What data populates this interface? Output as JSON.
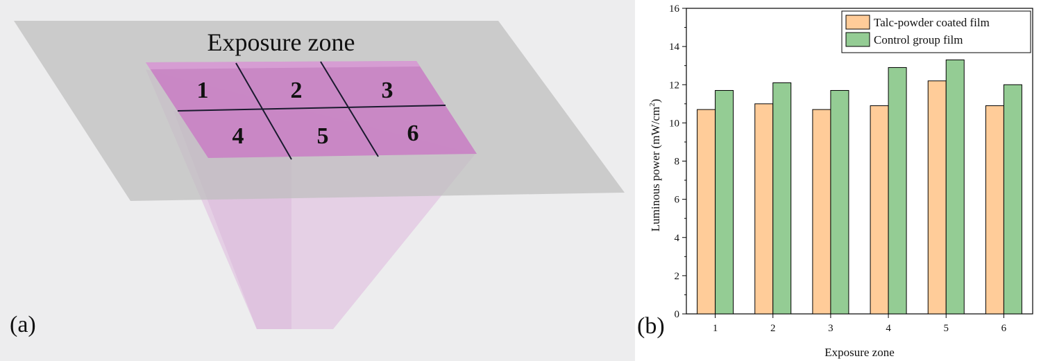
{
  "panel_a": {
    "label": "(a)",
    "title": "Exposure zone",
    "zone_labels": [
      "1",
      "2",
      "3",
      "4",
      "5",
      "6"
    ],
    "colors": {
      "background": "#ededee",
      "sheet": "#c8c8c8",
      "zone_fill": "#c97cc4",
      "beam": "#e0c4e0",
      "grid_line": "#1a1a2e"
    }
  },
  "panel_b": {
    "label": "(b)"
  },
  "chart_data": {
    "type": "bar",
    "categories": [
      "1",
      "2",
      "3",
      "4",
      "5",
      "6"
    ],
    "series": [
      {
        "name": "Talc-powder coated film",
        "values": [
          10.7,
          11.0,
          10.7,
          10.9,
          12.2,
          10.9
        ],
        "color": "#ffcc99"
      },
      {
        "name": "Control group film",
        "values": [
          11.7,
          12.1,
          11.7,
          12.9,
          13.3,
          12.0
        ],
        "color": "#94cc94"
      }
    ],
    "xlabel": "Exposure zone",
    "ylabel_main": "Luminous power (mW/cm",
    "ylabel_sup": "2",
    "ylabel_close": ")",
    "ylim": [
      0,
      16
    ],
    "yticks": [
      0,
      2,
      4,
      6,
      8,
      10,
      12,
      14,
      16
    ],
    "legend_position": "top-right",
    "grid": false
  }
}
